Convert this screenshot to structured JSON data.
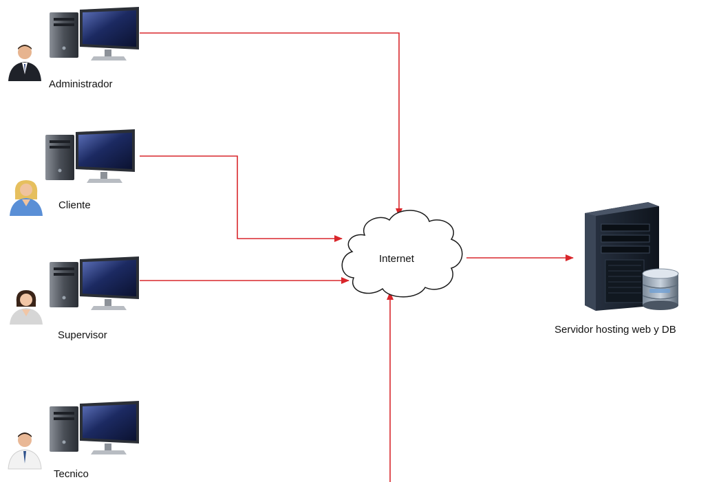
{
  "colors": {
    "connector": "#d9262b",
    "monitor_frame": "#2b2f36",
    "tower": "#3a3f47",
    "server": "#1e2530",
    "cloud_stroke": "#1a1a1a"
  },
  "nodes": {
    "admin": {
      "label": "Administrador",
      "icon": "desktop-computer-icon",
      "person_icon": "businessman-icon"
    },
    "cliente": {
      "label": "Cliente",
      "icon": "desktop-computer-icon",
      "person_icon": "blonde-woman-icon"
    },
    "supervisor": {
      "label": "Supervisor",
      "icon": "desktop-computer-icon",
      "person_icon": "woman-icon"
    },
    "tecnico": {
      "label": "Tecnico",
      "icon": "desktop-computer-icon",
      "person_icon": "technician-icon"
    },
    "internet": {
      "label": "Internet",
      "icon": "cloud-icon"
    },
    "server": {
      "label": "Servidor hosting web y DB",
      "icon": "server-tower-icon",
      "db_icon": "database-icon"
    }
  },
  "edges": [
    {
      "from": "admin",
      "to": "internet"
    },
    {
      "from": "cliente",
      "to": "internet"
    },
    {
      "from": "supervisor",
      "to": "internet"
    },
    {
      "from": "tecnico",
      "to": "internet"
    },
    {
      "from": "internet",
      "to": "server"
    }
  ]
}
